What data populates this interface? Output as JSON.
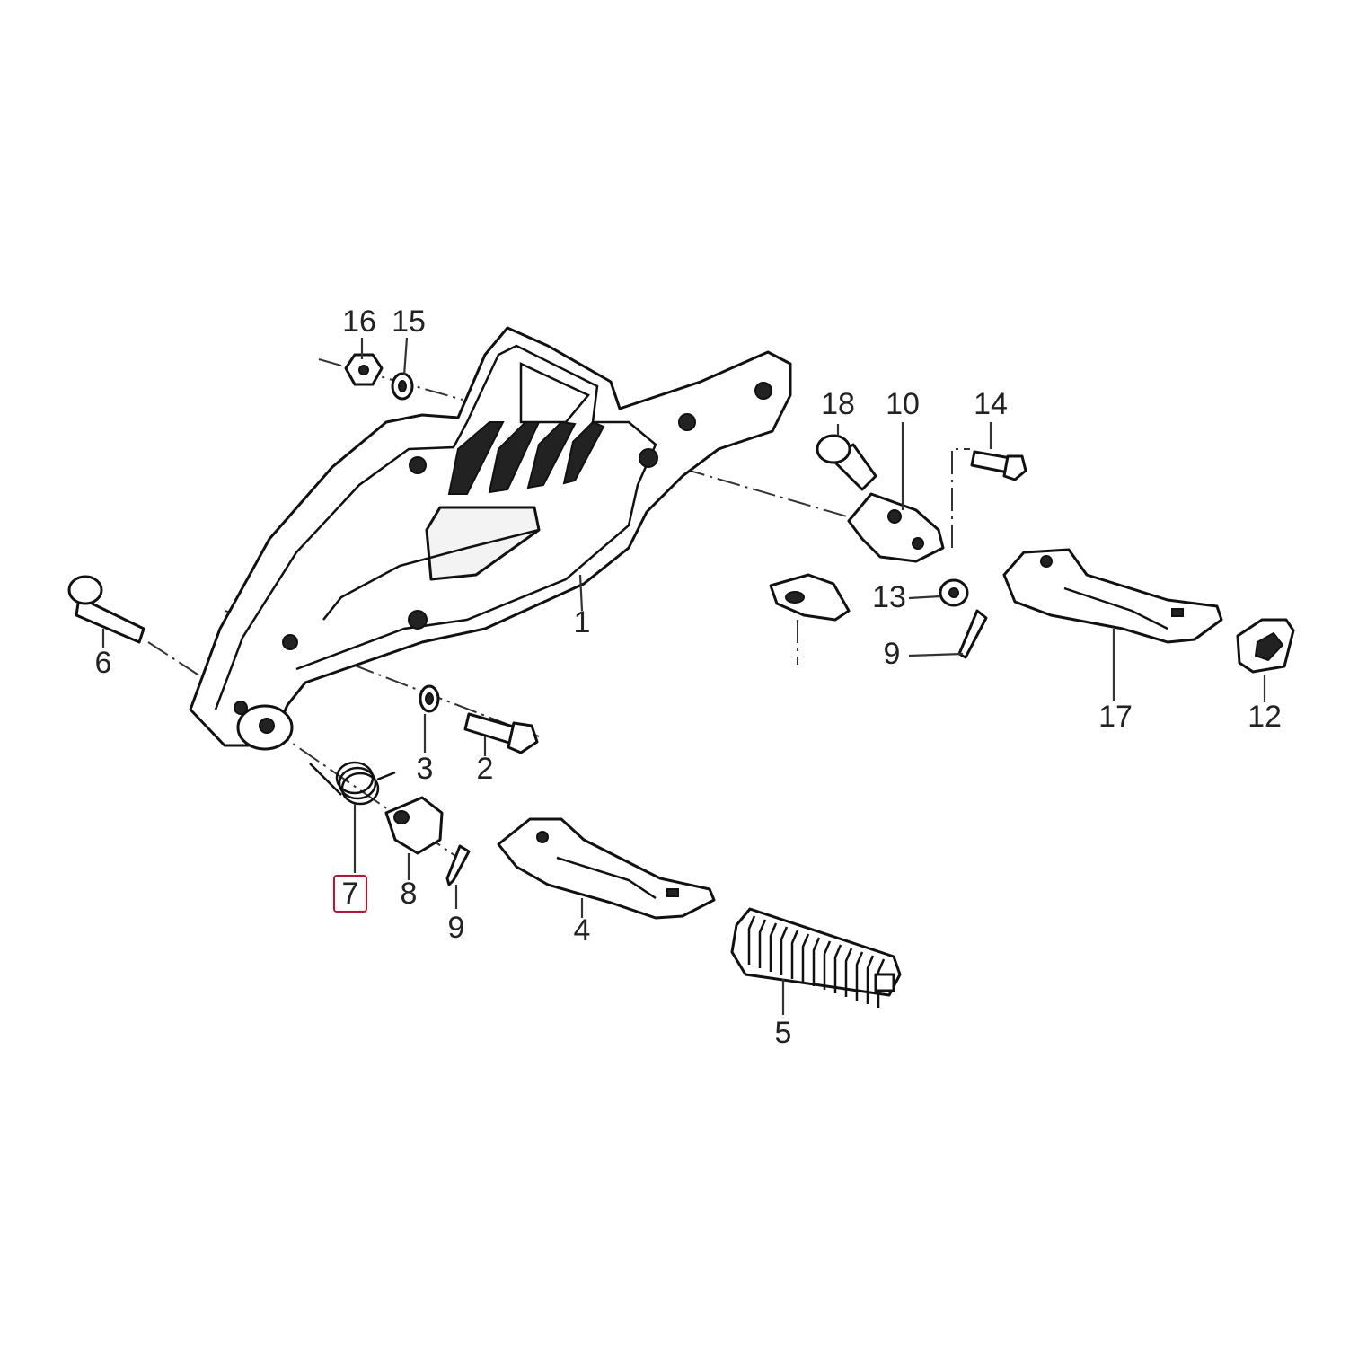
{
  "diagram": {
    "highlight_color": "#c8102e",
    "highlighted_callout": "7",
    "callouts": [
      {
        "id": "1",
        "text": "1"
      },
      {
        "id": "2",
        "text": "2"
      },
      {
        "id": "3",
        "text": "3"
      },
      {
        "id": "4",
        "text": "4"
      },
      {
        "id": "5",
        "text": "5"
      },
      {
        "id": "6",
        "text": "6"
      },
      {
        "id": "7",
        "text": "7"
      },
      {
        "id": "8",
        "text": "8"
      },
      {
        "id": "9a",
        "text": "9"
      },
      {
        "id": "9b",
        "text": "9"
      },
      {
        "id": "10",
        "text": "10"
      },
      {
        "id": "12",
        "text": "12"
      },
      {
        "id": "13",
        "text": "13"
      },
      {
        "id": "14",
        "text": "14"
      },
      {
        "id": "15",
        "text": "15"
      },
      {
        "id": "16",
        "text": "16"
      },
      {
        "id": "17",
        "text": "17"
      },
      {
        "id": "18",
        "text": "18"
      }
    ]
  }
}
